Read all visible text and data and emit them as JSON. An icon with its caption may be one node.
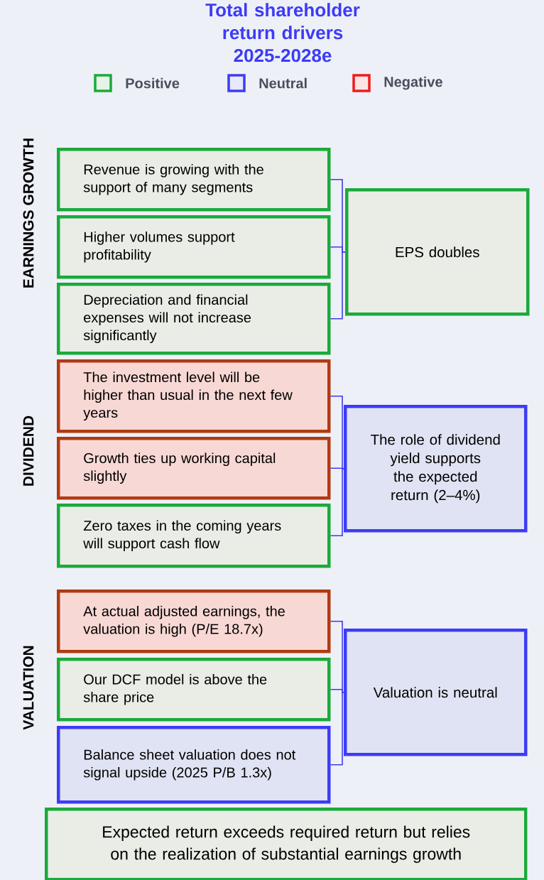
{
  "diagram": {
    "title": "Total shareholder return drivers 2025-2028e",
    "nodes": [
      {
        "text": [
          "Revenue is growing with the support of many segments"
        ]
      },
      {
        "text": [
          "Higher volumes support profitability"
        ]
      },
      {
        "text": [
          "Depreciation and financial expenses will not increase significantly"
        ]
      },
      {
        "text": [
          "EPS doubles"
        ]
      },
      {
        "text": [
          "The investment level will be higher than usual in the next few years"
        ]
      },
      {
        "text": [
          "Growth ties up working capital slightly"
        ]
      },
      {
        "text": [
          "Zero taxes in the coming years will support cash flow"
        ]
      },
      {
        "text": [
          "The role of dividend yield supports the expected return (2–4%)"
        ]
      },
      {
        "text": [
          "At actual adjusted earnings, the valuation is high (P/E 18.7x)"
        ]
      },
      {
        "text": [
          "Our DCF model is above the share price"
        ]
      },
      {
        "text": [
          "Balance sheet valuation does not signal upside (2025 P/B 1.3x)"
        ]
      },
      {
        "text": [
          "Valuation is neutral"
        ]
      },
      {
        "text": [
          "Expected return exceeds required return but relies on the realization of substantial earnings growth"
        ]
      }
    ],
    "edges": [
      {
        "from": 0,
        "to": 3,
        "arrow": "none"
      },
      {
        "from": 1,
        "to": 3,
        "arrow": "none"
      },
      {
        "from": 2,
        "to": 3,
        "arrow": "none"
      },
      {
        "from": 4,
        "to": 7,
        "arrow": "none"
      },
      {
        "from": 5,
        "to": 7,
        "arrow": "none"
      },
      {
        "from": 6,
        "to": 7,
        "arrow": "none"
      },
      {
        "from": 8,
        "to": 11,
        "arrow": "none"
      },
      {
        "from": 9,
        "to": 11,
        "arrow": "none"
      },
      {
        "from": 10,
        "to": 11,
        "arrow": "none"
      }
    ],
    "labels": [
      "EARNINGS GROWTH",
      "DIVIDEND",
      "VALUATION"
    ],
    "legend": [
      {
        "text": "Positive",
        "color": "#1aaa3a"
      },
      {
        "text": "Neutral",
        "color": "#3c3cf5"
      },
      {
        "text": "Negative",
        "color": "#ee1c1c"
      }
    ]
  }
}
